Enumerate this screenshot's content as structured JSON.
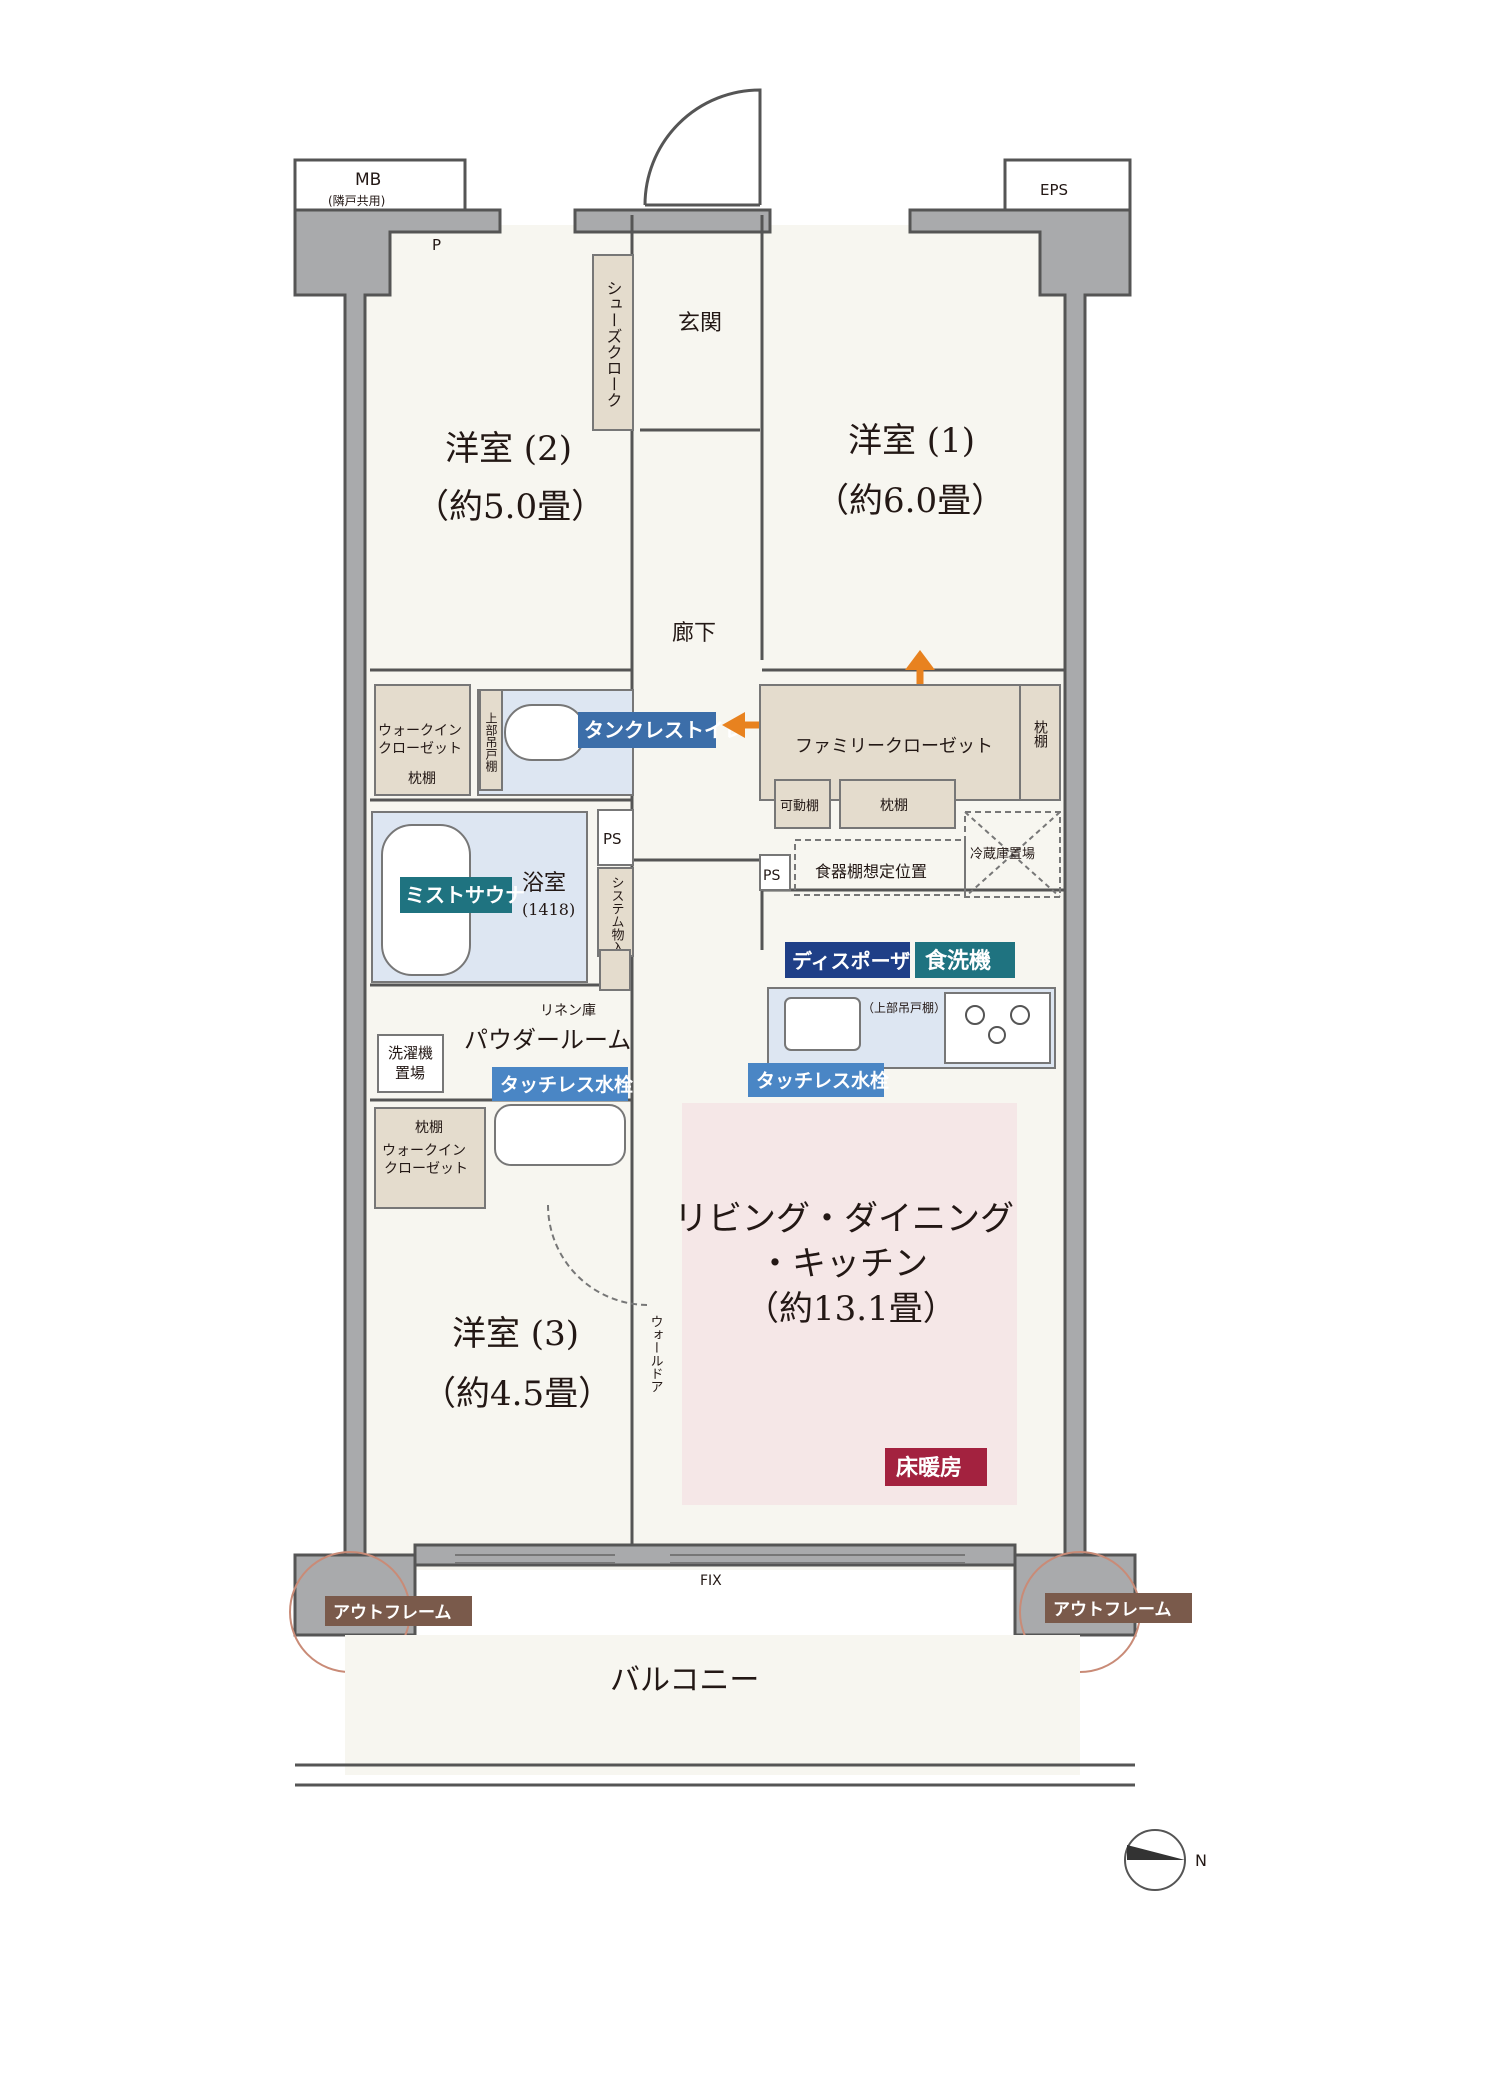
{
  "rooms": {
    "western2": {
      "name": "洋室 (2)",
      "size": "（約5.0畳）"
    },
    "western1": {
      "name": "洋室 (1)",
      "size": "（約6.0畳）"
    },
    "western3": {
      "name": "洋室 (3)",
      "size": "（約4.5畳）"
    },
    "ldk": {
      "line1": "リビング・ダイニング",
      "line2": "・キッチン",
      "size": "（約13.1畳）"
    },
    "entrance": "玄関",
    "hallway": "廊下",
    "bath": {
      "name": "浴室",
      "size": "(1418)"
    },
    "powder": "パウダールーム",
    "balcony": "バルコニー"
  },
  "storage": {
    "shoe_cloak": "シューズクローク",
    "walkin_top_1": "ウォークイン",
    "walkin_top_2": "クローゼット",
    "pillow_shelf": "枕棚",
    "family_closet": "ファミリークローゼット",
    "movable_shelf": "可動棚",
    "dish_shelf": "食器棚想定位置",
    "fridge": "冷蔵庫置場",
    "linen": "リネン庫",
    "washer_1": "洗濯機",
    "washer_2": "置場",
    "walkin_bottom_1": "ウォークイン",
    "walkin_bottom_2": "クローゼット",
    "system_storage": "システム物入",
    "upper_cabinet": "上部吊戸棚",
    "upper_cabinet_kitchen": "（上部吊戸棚）"
  },
  "features": {
    "tankless_toilet": "タンクレストイレ",
    "mist_sauna": "ミストサウナ",
    "touchless_faucet_powder": "タッチレス水栓",
    "touchless_faucet_kitchen": "タッチレス水栓",
    "disposer": "ディスポーザ",
    "dishwasher": "食洗機",
    "floor_heating": "床暖房",
    "outframe_left": "アウトフレーム",
    "outframe_right": "アウトフレーム"
  },
  "misc": {
    "mb": "MB",
    "mb_note": "(隣戸共用)",
    "eps": "EPS",
    "p": "P",
    "ps_1": "PS",
    "ps_2": "PS",
    "walldoor": "ウォールドア",
    "fix": "FIX",
    "north": "N"
  },
  "colors": {
    "feature_blue": "#3c6ea9",
    "feature_navy": "#1f3f87",
    "feature_teal": "#1f7380",
    "floor_heating": "#a3223f",
    "outframe": "#7a5a4b",
    "arrow": "#e8821f",
    "ldk_fill": "#f5e7e7"
  }
}
